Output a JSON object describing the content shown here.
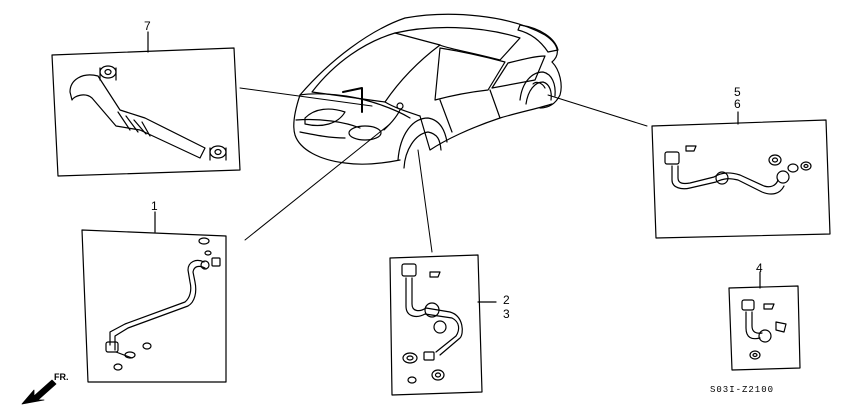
{
  "callouts": {
    "item_7": "7",
    "item_1": "1",
    "item_2": "2",
    "item_3": "3",
    "item_4": "4",
    "item_5": "5",
    "item_6": "6"
  },
  "orientation": {
    "label": "FR."
  },
  "diagram_code": "S03I-Z2100"
}
